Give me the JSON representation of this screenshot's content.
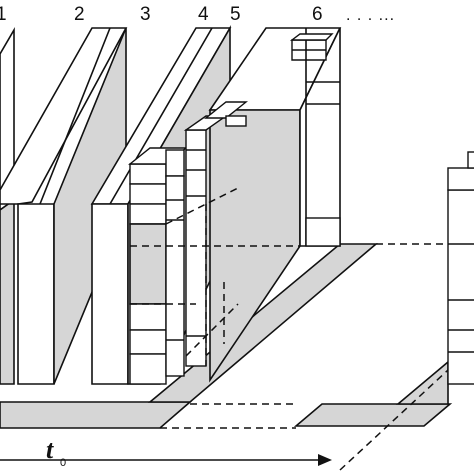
{
  "diagram": {
    "frame_labels": [
      "1",
      "2",
      "3",
      "4",
      "5",
      "6"
    ],
    "ellipsis": ". . . ...",
    "time_axis": {
      "symbol": "t",
      "subscript": "0"
    },
    "colors": {
      "stroke": "#111111",
      "shade": "#d6d6d6",
      "background": "#ffffff"
    }
  }
}
